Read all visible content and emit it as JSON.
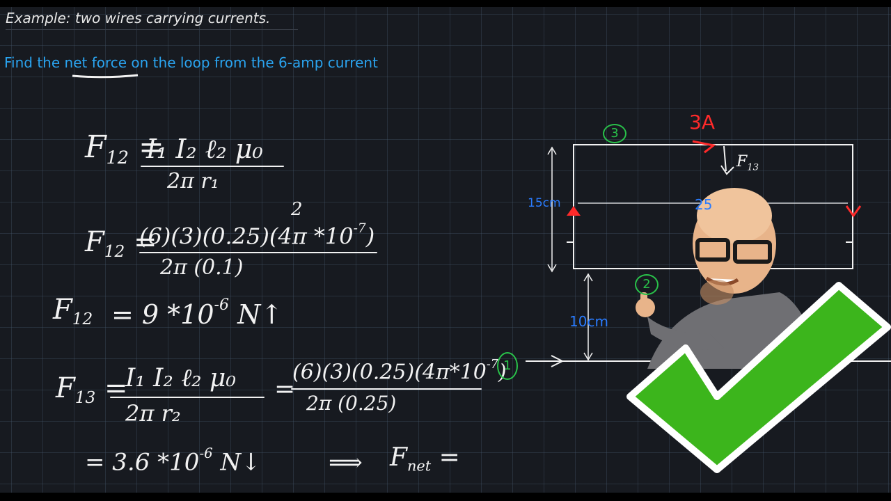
{
  "header": {
    "title": "Example: two wires carrying currents.",
    "problem": "Find the net force on the loop from the 6-amp  current"
  },
  "equations": {
    "f12_lhs": "F",
    "f12_sub": "12",
    "f12_num": "I₁ I₂ ℓ₂ μ₀",
    "f12_den": "2π r₁",
    "f12b_lhs": "F",
    "f12b_sub": "12",
    "f12b_num": "(6)(3)(0.25)(4π *10",
    "f12b_num_exp": "-7",
    "f12b_num_close": ")",
    "f12b_two": "2",
    "f12b_den": "2π (0.1)",
    "f12c_lhs": "F",
    "f12c_sub": "12",
    "f12c_val": "= 9 *10",
    "f12c_exp": "-6",
    "f12c_unit": "N↑",
    "f13_lhs": "F",
    "f13_sub": "13",
    "f13_num": "I₁ I₂ ℓ₂ μ₀",
    "f13_den": "2π r₂",
    "f13_eq": "=",
    "f13_num2": "(6)(3)(0.25)(4π*10",
    "f13_num2_exp": "-7",
    "f13_num2_close": ")",
    "f13_den2": "2π (0.25)",
    "f13_result": "= 3.6 *10",
    "f13_result_exp": "-6",
    "f13_result_unit": "N↓",
    "net_arrow": "⟹",
    "net_label": "F",
    "net_sub": "net",
    "net_eq": "="
  },
  "diagram": {
    "current_top": "3A",
    "f13_label": "F",
    "f13_sub": "13",
    "label_3": "3",
    "label_2": "2",
    "label_1": "1",
    "height_label": "15cm",
    "width_label": "25",
    "gap_label": "10cm"
  },
  "colors": {
    "board": "#171a20",
    "grid": "#465a6e",
    "header_text": "#e8e8e8",
    "problem_text": "#2aa4f0",
    "red_ink": "#ff2a2a",
    "blue_ink": "#2a7cff",
    "green_ink": "#29c24a",
    "check_green": "#3cb51c"
  },
  "icons": {
    "avatar": "bald-man-thumbs-up-avatar-icon",
    "check": "green-checkmark-icon"
  }
}
